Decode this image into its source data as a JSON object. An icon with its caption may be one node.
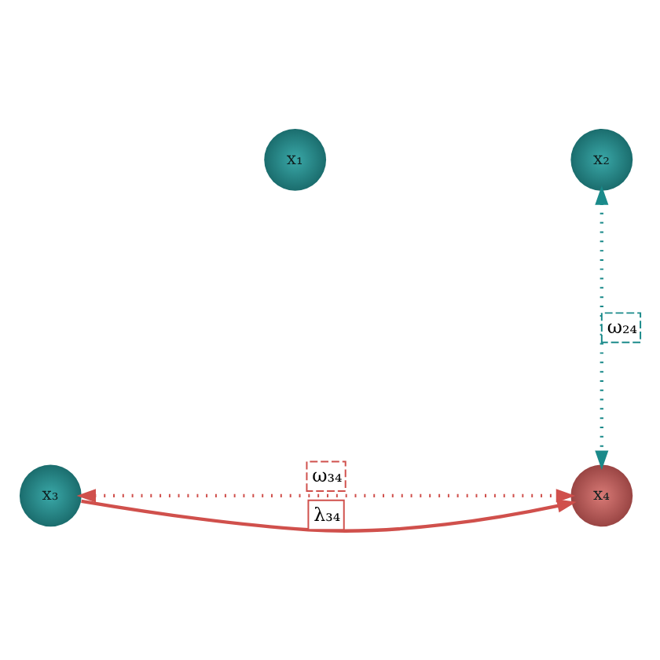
{
  "diagram": {
    "nodes": [
      {
        "text": [
          "x₁"
        ]
      },
      {
        "text": [
          "x₂"
        ]
      },
      {
        "text": [
          "x₃"
        ]
      },
      {
        "text": [
          "x₄"
        ]
      }
    ],
    "edges": [
      {
        "from": 1,
        "to": 3,
        "arrow": "both",
        "label": "ω₂₄",
        "style": "dashed",
        "color": "#1a8a8a"
      },
      {
        "from": 2,
        "to": 3,
        "arrow": "both",
        "label": "ω₃₄",
        "style": "dashed"
      },
      {
        "from": 2,
        "to": 3,
        "arrow": "to",
        "label": "λ₃₄"
      }
    ]
  }
}
